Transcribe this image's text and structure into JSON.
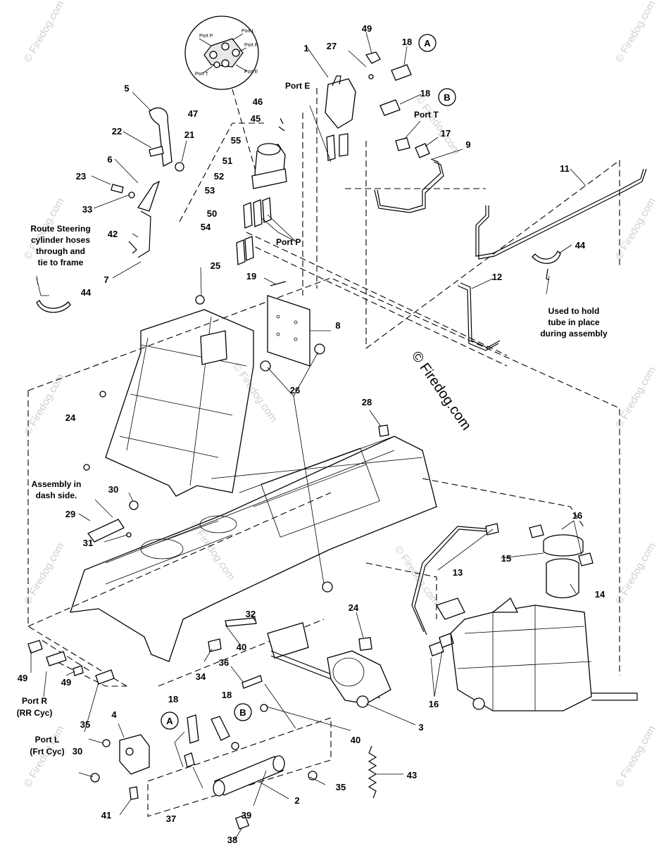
{
  "watermark": {
    "main": "© Firedog.com",
    "repeat": "© Firedog.com"
  },
  "ports_inset": {
    "p": "Port P",
    "l": "Port L",
    "r": "Port R",
    "t": "Port T",
    "e": "Port E"
  },
  "labels": {
    "port_e": "Port E",
    "port_t": "Port T",
    "port_p": "Port P",
    "port_r": "Port R",
    "port_r_sub": "(RR Cyc)",
    "port_l": "Port L",
    "port_l_sub": "(Frt Cyc)",
    "circle_a": "A",
    "circle_b": "B"
  },
  "notes": {
    "route": [
      "Route Steering",
      "cylinder hoses",
      "through and",
      "tie to frame"
    ],
    "used": [
      "Used to hold",
      "tube in place",
      "during assembly"
    ],
    "assembly": [
      "Assembly in",
      "dash side."
    ]
  },
  "callouts": [
    "1",
    "2",
    "3",
    "4",
    "5",
    "6",
    "7",
    "8",
    "9",
    "11",
    "12",
    "13",
    "14",
    "15",
    "16",
    "17",
    "18",
    "19",
    "21",
    "22",
    "23",
    "24",
    "25",
    "26",
    "27",
    "28",
    "29",
    "30",
    "31",
    "32",
    "33",
    "34",
    "35",
    "36",
    "37",
    "38",
    "39",
    "40",
    "41",
    "42",
    "43",
    "44",
    "45",
    "46",
    "47",
    "49",
    "50",
    "51",
    "52",
    "53",
    "54",
    "55"
  ]
}
